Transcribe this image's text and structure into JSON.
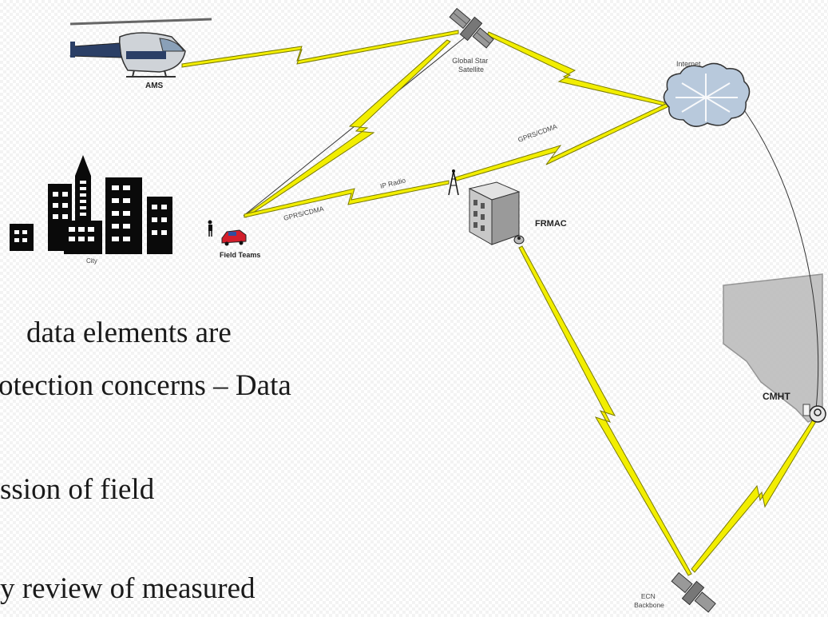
{
  "nodes": {
    "ams": "AMS",
    "satellite": "Global Star Satellite",
    "satellite_lines": [
      "Global Star",
      "Satellite"
    ],
    "internet": "Internet",
    "city": "City",
    "field_teams": "Field Teams",
    "frmac": "FRMAC",
    "cmht": "CMHT",
    "ecn_lines": [
      "ECN",
      "Backbone"
    ]
  },
  "links": {
    "gprs_cdma_1": "GPRS/CDMA",
    "gprs_cdma_2": "GPRS/CDMA",
    "ip_radio": "IP Radio"
  },
  "bullets": [
    "data elements are",
    "otection concerns – Data",
    "ssion of field",
    "y review of measured"
  ],
  "colors": {
    "link": "#f2ee00",
    "link_outline": "#7a7a00",
    "region": "#bdbdbd"
  }
}
